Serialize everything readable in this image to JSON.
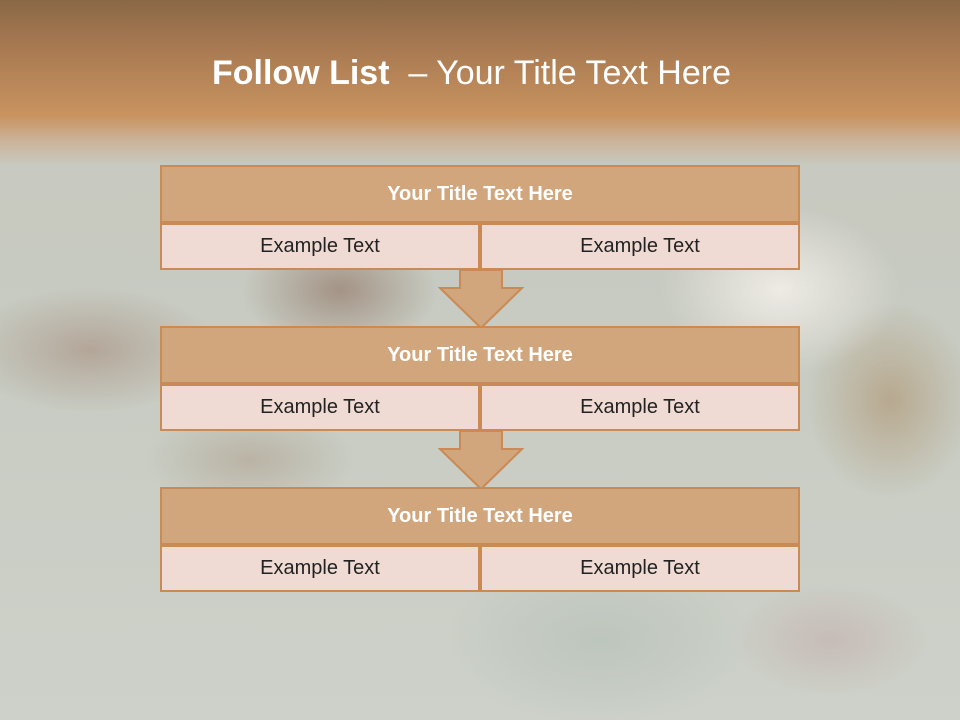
{
  "slide": {
    "title_bold": "Follow List",
    "title_rest": "  – Your Title Text Here"
  },
  "blocks": [
    {
      "title": "Your Title Text Here",
      "left": "Example Text",
      "right": "Example Text"
    },
    {
      "title": "Your Title Text Here",
      "left": "Example Text",
      "right": "Example Text"
    },
    {
      "title": "Your Title Text Here",
      "left": "Example Text",
      "right": "Example Text"
    }
  ],
  "colors": {
    "title_band": "#c8935f",
    "header_fill": "#d1a67c",
    "cell_fill": "#efdbd3",
    "border": "#c98a55",
    "arrow_fill": "#d1a67c"
  },
  "icons": [
    "down-arrow-icon",
    "down-arrow-icon"
  ]
}
